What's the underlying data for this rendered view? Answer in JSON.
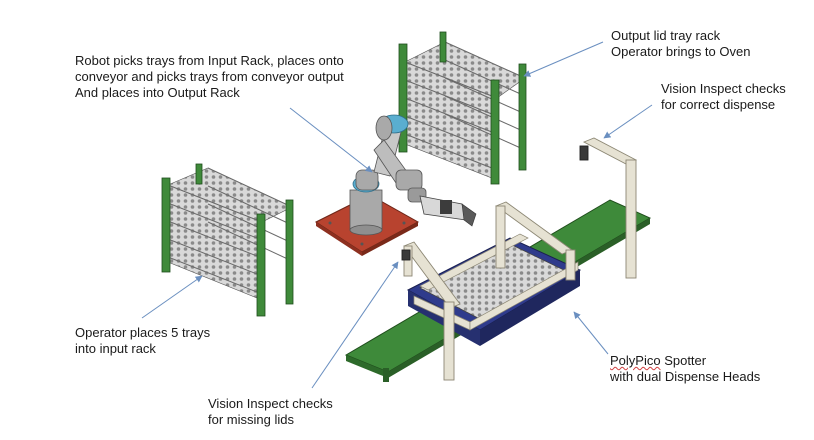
{
  "labels": {
    "robot": {
      "line1": "Robot picks trays from Input Rack, places onto",
      "line2": "conveyor and picks trays from conveyor output",
      "line3": "And places into Output Rack"
    },
    "output_rack": {
      "line1": "Output lid tray rack",
      "line2": "Operator brings to Oven"
    },
    "vision_dispense": {
      "line1": "Vision Inspect checks",
      "line2": "for correct dispense"
    },
    "input_rack": {
      "line1": "Operator places 5 trays",
      "line2": "into input rack"
    },
    "vision_lids": {
      "line1": "Vision Inspect checks",
      "line2": "for missing lids"
    },
    "spotter": {
      "line1_brand": "PolyPico",
      "line1_rest": " Spotter",
      "line2": "with dual Dispense Heads"
    }
  },
  "colors": {
    "rack_green": "#3f8a3a",
    "tray_grey": "#bdbdbd",
    "conveyor_green": "#3e8a3a",
    "base_red": "#b8432f",
    "robot_grey": "#a9a9a9",
    "robot_blue": "#5aaed0",
    "frame_beige": "#e6e2d3",
    "spotter_blue": "#2f3b8c",
    "leader_blue": "#6a8fc0"
  },
  "icons": [
    "robot-arm-icon",
    "rack-icon",
    "camera-icon"
  ]
}
